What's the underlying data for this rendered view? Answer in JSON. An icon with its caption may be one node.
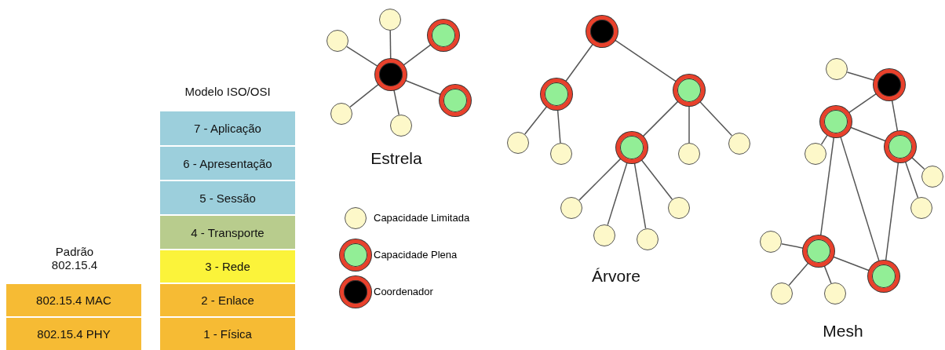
{
  "diagram": {
    "nodes": [
      {
        "text": [
          "7 - Aplicação"
        ]
      },
      {
        "text": [
          "6 - Apresentação"
        ]
      },
      {
        "text": [
          "5 - Sessão"
        ]
      },
      {
        "text": [
          "4 - Transporte"
        ]
      },
      {
        "text": [
          "3 - Rede"
        ]
      },
      {
        "text": [
          "2 - Enlace"
        ]
      },
      {
        "text": [
          "1 - Física"
        ]
      },
      {
        "text": [
          "802.15.4 MAC"
        ]
      },
      {
        "text": [
          "802.15.4 PHY"
        ]
      },
      {
        "text": [],
        "shape": "circle"
      },
      {
        "text": [],
        "shape": "circle"
      },
      {
        "text": [],
        "shape": "circle"
      },
      {
        "text": [],
        "shape": "circle"
      },
      {
        "text": [],
        "shape": "circle"
      },
      {
        "text": [],
        "shape": "circle"
      },
      {
        "text": [],
        "shape": "circle"
      },
      {
        "text": [],
        "shape": "circle"
      },
      {
        "text": [],
        "shape": "circle"
      },
      {
        "text": [],
        "shape": "circle"
      },
      {
        "text": [],
        "shape": "circle"
      },
      {
        "text": [],
        "shape": "circle"
      },
      {
        "text": [],
        "shape": "circle"
      },
      {
        "text": [],
        "shape": "circle"
      },
      {
        "text": [],
        "shape": "circle"
      },
      {
        "text": [],
        "shape": "circle"
      },
      {
        "text": [],
        "shape": "circle"
      },
      {
        "text": [],
        "shape": "circle"
      },
      {
        "text": [],
        "shape": "circle"
      },
      {
        "text": [],
        "shape": "circle"
      },
      {
        "text": [],
        "shape": "circle"
      },
      {
        "text": [],
        "shape": "circle"
      },
      {
        "text": [],
        "shape": "circle"
      },
      {
        "text": [],
        "shape": "circle"
      },
      {
        "text": [],
        "shape": "circle"
      },
      {
        "text": [],
        "shape": "circle"
      },
      {
        "text": [],
        "shape": "circle"
      },
      {
        "text": [],
        "shape": "circle"
      },
      {
        "text": [],
        "shape": "circle"
      },
      {
        "text": [],
        "shape": "circle"
      },
      {
        "text": [],
        "shape": "circle"
      }
    ],
    "edges": [
      {
        "from": 9,
        "to": 10,
        "arrow": "none"
      },
      {
        "from": 9,
        "to": 11,
        "arrow": "none"
      },
      {
        "from": 9,
        "to": 12,
        "arrow": "none"
      },
      {
        "from": 9,
        "to": 13,
        "arrow": "none"
      },
      {
        "from": 9,
        "to": 14,
        "arrow": "none"
      },
      {
        "from": 9,
        "to": 15,
        "arrow": "none"
      },
      {
        "from": 16,
        "to": 17,
        "arrow": "none"
      },
      {
        "from": 16,
        "to": 18,
        "arrow": "none"
      },
      {
        "from": 17,
        "to": 19,
        "arrow": "none"
      },
      {
        "from": 17,
        "to": 20,
        "arrow": "none"
      },
      {
        "from": 18,
        "to": 21,
        "arrow": "none"
      },
      {
        "from": 18,
        "to": 22,
        "arrow": "none"
      },
      {
        "from": 18,
        "to": 23,
        "arrow": "none"
      },
      {
        "from": 21,
        "to": 24,
        "arrow": "none"
      },
      {
        "from": 21,
        "to": 26,
        "arrow": "none"
      },
      {
        "from": 21,
        "to": 27,
        "arrow": "none"
      },
      {
        "from": 21,
        "to": 25,
        "arrow": "none"
      },
      {
        "from": 28,
        "to": 29,
        "arrow": "none"
      },
      {
        "from": 29,
        "to": 30,
        "arrow": "none"
      },
      {
        "from": 29,
        "to": 31,
        "arrow": "none"
      },
      {
        "from": 30,
        "to": 31,
        "arrow": "none"
      },
      {
        "from": 30,
        "to": 32,
        "arrow": "none"
      },
      {
        "from": 31,
        "to": 33,
        "arrow": "none"
      },
      {
        "from": 31,
        "to": 34,
        "arrow": "none"
      },
      {
        "from": 30,
        "to": 35,
        "arrow": "none"
      },
      {
        "from": 30,
        "to": 36,
        "arrow": "none"
      },
      {
        "from": 31,
        "to": 36,
        "arrow": "none"
      },
      {
        "from": 35,
        "to": 36,
        "arrow": "none"
      },
      {
        "from": 35,
        "to": 37,
        "arrow": "none"
      },
      {
        "from": 35,
        "to": 38,
        "arrow": "none"
      },
      {
        "from": 35,
        "to": 39,
        "arrow": "none"
      }
    ],
    "labels": [
      "Modelo ISO/OSI",
      "Padrão 802.15.4",
      "Estrela",
      "Árvore",
      "Mesh"
    ],
    "legend": [
      {
        "text": "Capacidade Limitada"
      },
      {
        "text": "Capacidade Plena"
      },
      {
        "text": "Coordenador"
      }
    ]
  }
}
